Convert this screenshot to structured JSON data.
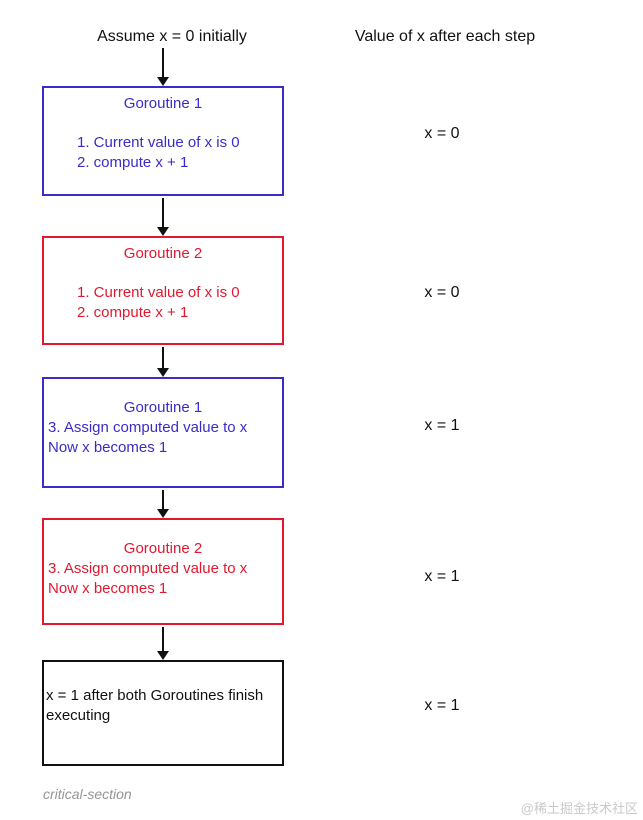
{
  "header": {
    "left": "Assume x = 0 initially",
    "right": "Value of x after each step"
  },
  "colors": {
    "blue": "#3b2cc9",
    "red": "#e2182f",
    "black": "#111111"
  },
  "steps": [
    {
      "title": "Goroutine 1",
      "color": "blue",
      "lines": [
        "1. Current value of x is 0",
        "2. compute x + 1"
      ],
      "value": "x = 0"
    },
    {
      "title": "Goroutine 2",
      "color": "red",
      "lines": [
        "1. Current value of x is 0",
        "2. compute x + 1"
      ],
      "value": "x = 0"
    },
    {
      "title": "Goroutine 1",
      "color": "blue",
      "lines": [
        "3. Assign computed value to x",
        "Now x becomes 1"
      ],
      "value": "x = 1"
    },
    {
      "title": "Goroutine 2",
      "color": "red",
      "lines": [
        "3. Assign computed value to x",
        "Now x becomes 1"
      ],
      "value": "x = 1"
    },
    {
      "title": "",
      "color": "black",
      "lines": [
        "x = 1 after both Goroutines finish",
        "executing"
      ],
      "value": "x = 1"
    }
  ],
  "footer": {
    "caption": "critical-section"
  },
  "watermark": "@稀土掘金技术社区"
}
